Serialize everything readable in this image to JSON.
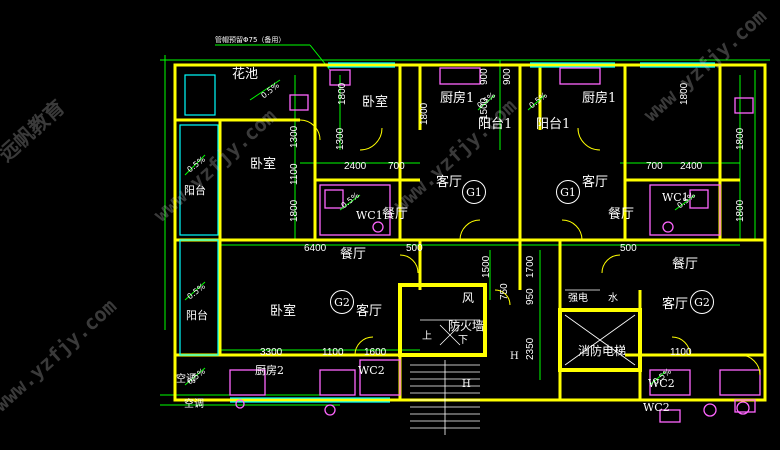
{
  "drawing": {
    "note_top": "管帽预留Φ75（备用）",
    "colors": {
      "background": "#000000",
      "wall": "#ffff00",
      "fixture": "#ff66ff",
      "dim_line": "#00ff00",
      "window": "#00ffff",
      "text": "#ffffff",
      "slope": "#00ff00"
    },
    "rooms": {
      "flower_pond": "花池",
      "bedroom_1": "卧室",
      "bedroom_2": "卧室",
      "bedroom_3": "卧室",
      "kitchen_1a": "厨房1",
      "kitchen_1b": "厨房1",
      "kitchen_2": "厨房2",
      "balcony_1a": "阳台1",
      "balcony_1b": "阳台1",
      "balcony_a": "阳台",
      "balcony_b": "阳台",
      "living_1": "客厅",
      "living_2": "客厅",
      "living_3": "客厅",
      "living_4": "客厅",
      "dining_1": "餐厅",
      "dining_2": "餐厅",
      "dining_3": "餐厅",
      "dining_4": "餐厅",
      "wc1a": "WC1",
      "wc1b": "WC1",
      "wc2a": "WC2",
      "wc2b": "WC2",
      "wc2c": "WC2",
      "fire_elevator": "消防电梯",
      "fire_wall": "防火墙",
      "strong_elec": "强电",
      "water": "水",
      "wind": "风",
      "ac_1": "空调",
      "ac_2": "空调",
      "up_a": "上",
      "down_a": "下",
      "h_a": "H",
      "h_b": "H"
    },
    "unit_tags": {
      "g1_left": "G1",
      "g1_right": "G1",
      "g2_left": "G2",
      "g2_right": "G2"
    },
    "dimensions": {
      "d1800a": "1800",
      "d1300": "1300",
      "d2400a": "2400",
      "d700a": "700",
      "d1800b": "1800",
      "d900a": "900",
      "d900b": "900",
      "d1500a": "1500",
      "d1800c": "1800",
      "d1800d": "1800",
      "d1100a": "1100",
      "d2400b": "2400",
      "d700b": "700",
      "d1800e": "1800",
      "d1800f": "1800",
      "d6400": "6400",
      "d500a": "500",
      "d500b": "500",
      "d1500b": "1500",
      "d1700": "1700",
      "d750": "750",
      "d950": "950",
      "d2350": "2350",
      "d3300": "3300",
      "d1100b": "1100",
      "d1600": "1600",
      "d1100c": "1100"
    },
    "slopes": {
      "s1": "0.5%",
      "s2": "0.5%",
      "s3": "0.5%",
      "s4": "0.5%",
      "s5": "0.5%",
      "s6": "0.5%",
      "s7": "0.5%",
      "s8": "0.5%",
      "s9": "0.5%"
    },
    "watermark": {
      "site": "www.yzfjy.com",
      "brand": "远帆教育"
    }
  }
}
